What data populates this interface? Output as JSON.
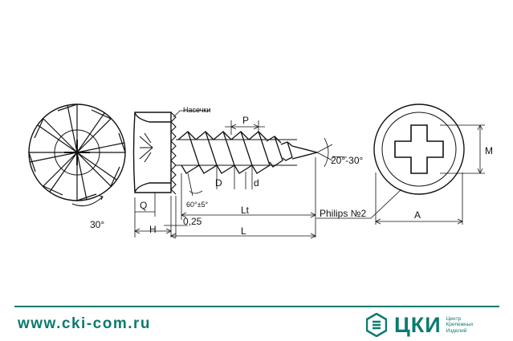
{
  "labels": {
    "notches": "Насечки",
    "pitch": "P",
    "major_diameter": "D",
    "minor_diameter": "d",
    "thread_angle": "60°±5°",
    "tip_angle": "20°-30°",
    "head_depth": "Q",
    "twist_angle": "30°",
    "head_height": "H",
    "gap": "0,25",
    "thread_length": "Lt",
    "length": "L",
    "drive": "Philips №2",
    "head_diameter": "A",
    "recess_size": "M"
  },
  "footer": {
    "website": "www.cki-com.ru",
    "brand": "ЦКИ",
    "brand_sub": [
      "Центр",
      "Крепежных",
      "Изделий"
    ]
  },
  "colors": {
    "brand": "#0c7a6f",
    "line": "#111111"
  }
}
